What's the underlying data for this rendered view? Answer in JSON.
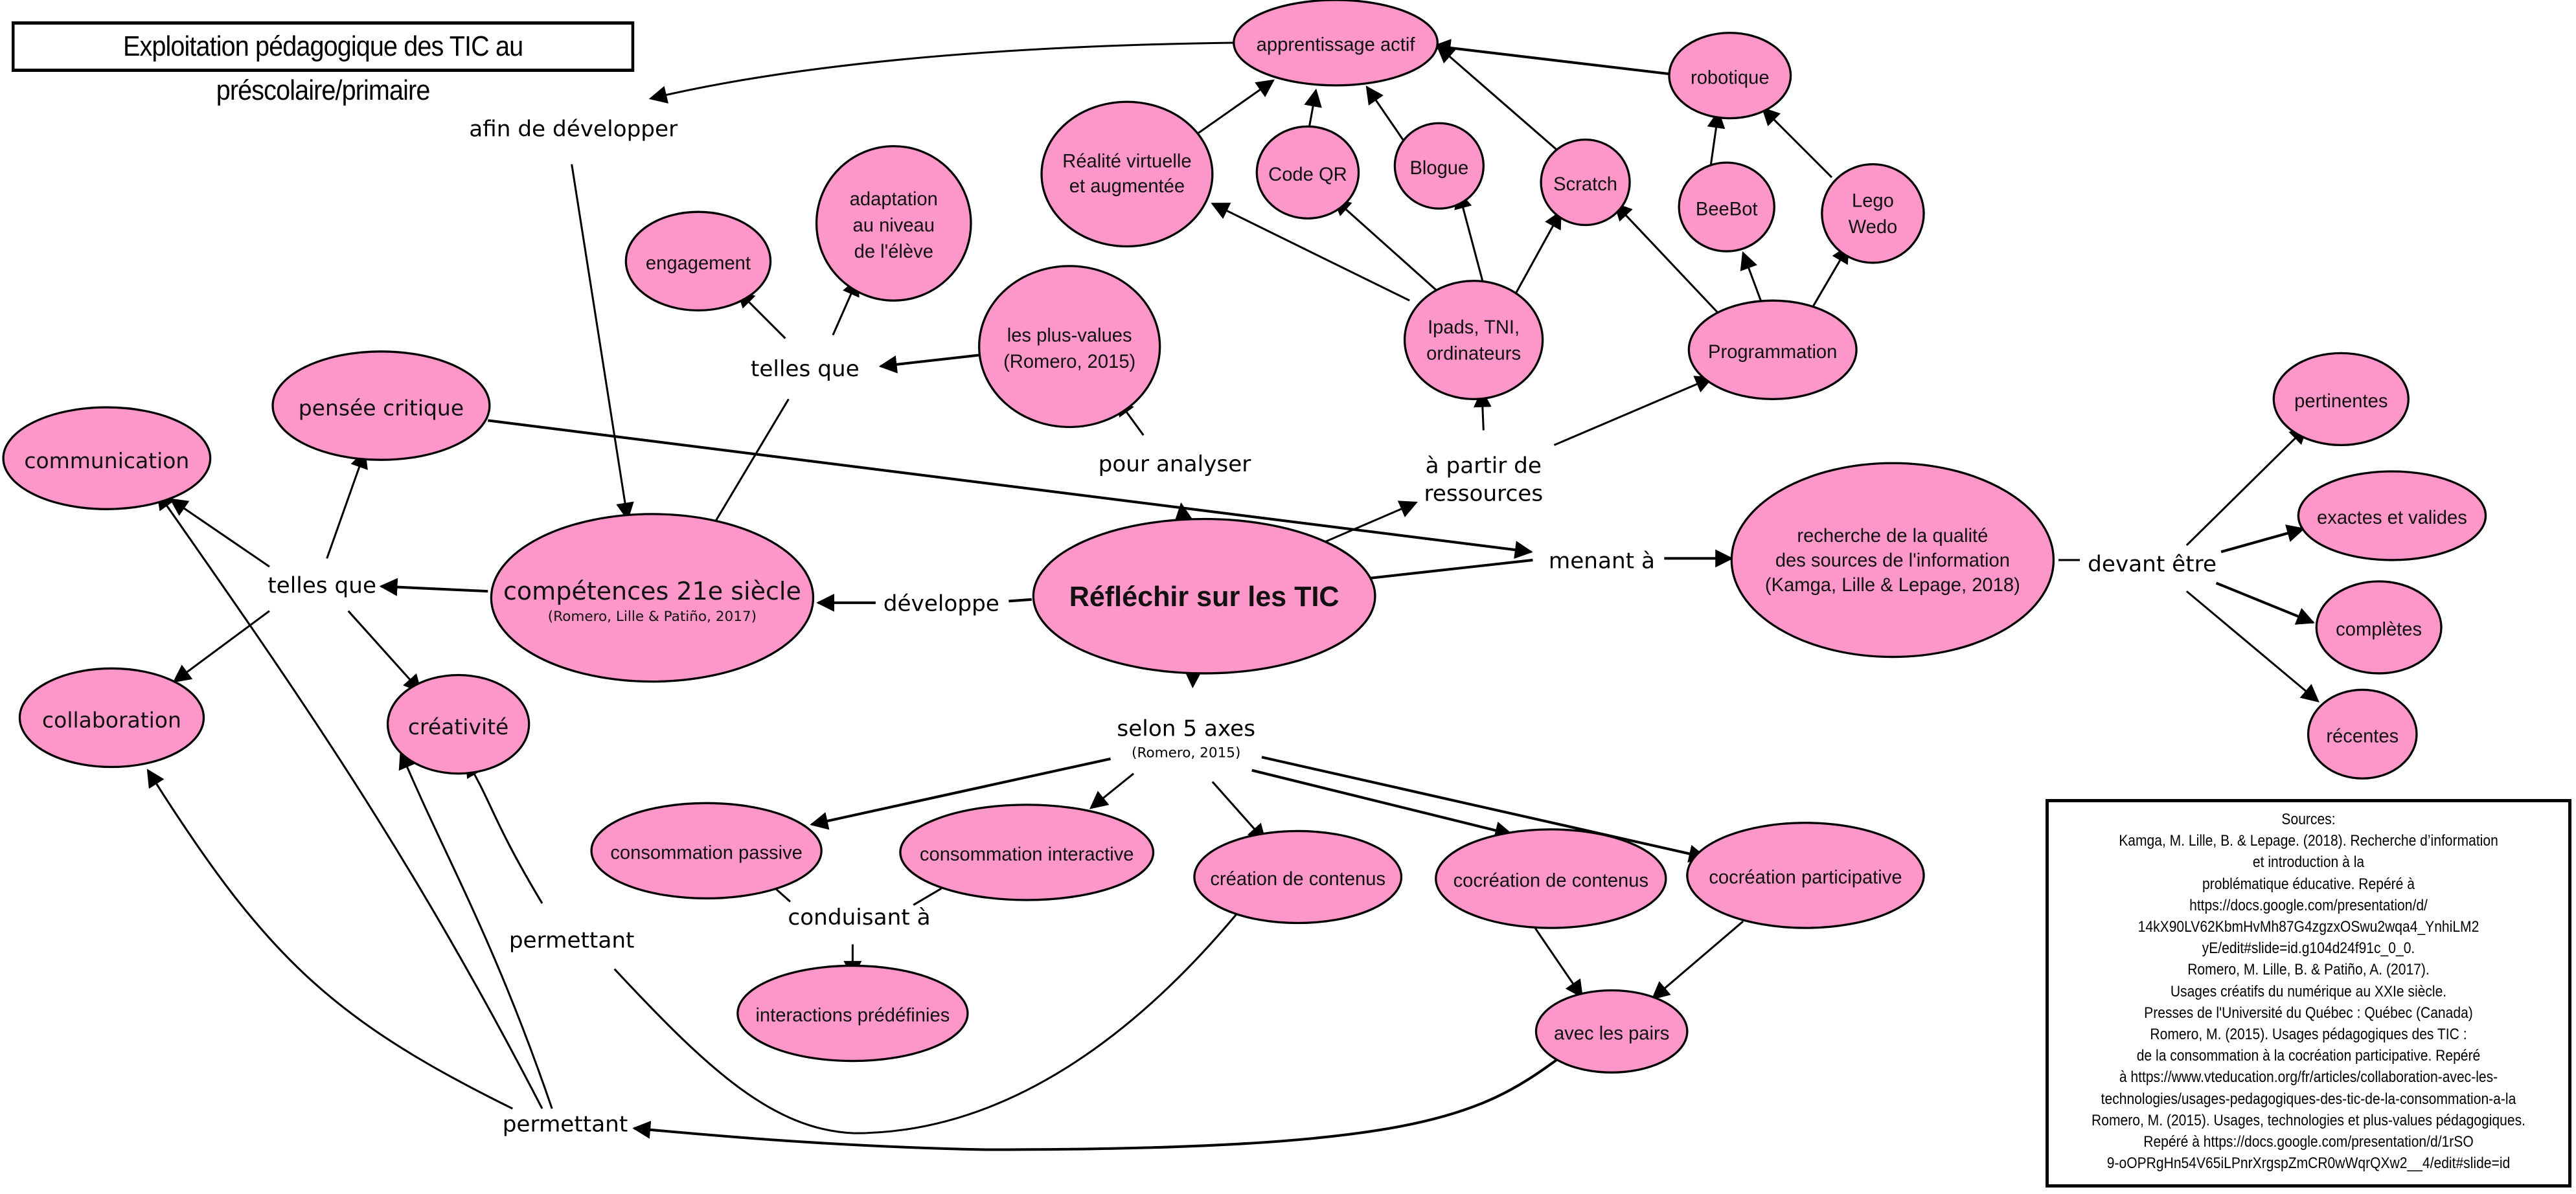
{
  "title": "Exploitation pédagogique des TIC au préscolaire/primaire",
  "colors": {
    "node_fill": "#fd96c9",
    "stroke": "#000000",
    "background": "#ffffff"
  },
  "nodes": {
    "central": "Réfléchir sur les TIC",
    "apprentissage_actif": "apprentissage actif",
    "realite": [
      "Réalité virtuelle",
      "et augmentée"
    ],
    "code_qr": "Code QR",
    "blogue": "Blogue",
    "scratch": "Scratch",
    "robotique": "robotique",
    "beebot": "BeeBot",
    "lego": [
      "Lego",
      "Wedo"
    ],
    "ipads": [
      "Ipads, TNI,",
      "ordinateurs"
    ],
    "programmation": "Programmation",
    "engagement": "engagement",
    "adaptation": [
      "adaptation",
      "au niveau",
      "de l'élève"
    ],
    "plus_values": [
      "les plus-values",
      "(Romero, 2015)"
    ],
    "pensee_critique": "pensée critique",
    "communication": "communication",
    "competences": {
      "title": "compétences 21e siècle",
      "ref": "(Romero, Lille & Patiño, 2017)"
    },
    "collaboration": "collaboration",
    "creativite": "créativité",
    "recherche": [
      "recherche de la qualité",
      "des sources de l'information",
      "(Kamga, Lille & Lepage, 2018)"
    ],
    "pertinentes": "pertinentes",
    "exactes": "exactes et valides",
    "completes": "complètes",
    "recentes": "récentes",
    "consommation_passive": "consommation passive",
    "consommation_interactive": "consommation interactive",
    "creation_contenus": "création de contenus",
    "cocreation_contenus": "cocréation de contenus",
    "cocreation_participative": "cocréation participative",
    "interactions": "interactions prédéfinies",
    "avec_pairs": "avec les pairs"
  },
  "links": {
    "afin_de_developper": "afin de développer",
    "telles_que_top": "telles que",
    "telles_que_left": "telles que",
    "pour_analyser": "pour analyser",
    "a_partir_de": [
      "à partir de",
      "ressources"
    ],
    "menant_a": "menant à",
    "developpe": "développe",
    "devant_etre": "devant être",
    "selon_5_axes": "selon 5 axes",
    "selon_ref": "(Romero, 2015)",
    "conduisant_a": "conduisant à",
    "permettant_mid": "permettant",
    "permettant_bottom": "permettant"
  },
  "sources": [
    "Sources:",
    "Kamga, M. Lille, B. & Lepage. (2018). Recherche d’information",
    "et introduction à la",
    "problématique éducative. Repéré à",
    "https://docs.google.com/presentation/d/",
    "14kX90LV62KbmHvMh87G4zgzxOSwu2wqa4_YnhiLM2",
    "yE/edit#slide=id.g104d24f91c_0_0.",
    "Romero, M. Lille, B. & Patiño, A. (2017).",
    "Usages créatifs du numérique au XXIe siècle.",
    "Presses de l'Université du Québec : Québec (Canada)",
    "Romero, M. (2015). Usages pédagogiques des TIC :",
    "de la consommation à la cocréation participative. Repéré",
    "à https://www.vteducation.org/fr/articles/collaboration-avec-les-",
    "technologies/usages-pedagogiques-des-tic-de-la-consommation-a-la",
    "Romero, M. (2015). Usages, technologies et plus-values pédagogiques.",
    "Repéré à https://docs.google.com/presentation/d/1rSO",
    "9-oOPRgHn54V65iLPnrXrgspZmCR0wWqrQXw2__4/edit#slide=id"
  ]
}
